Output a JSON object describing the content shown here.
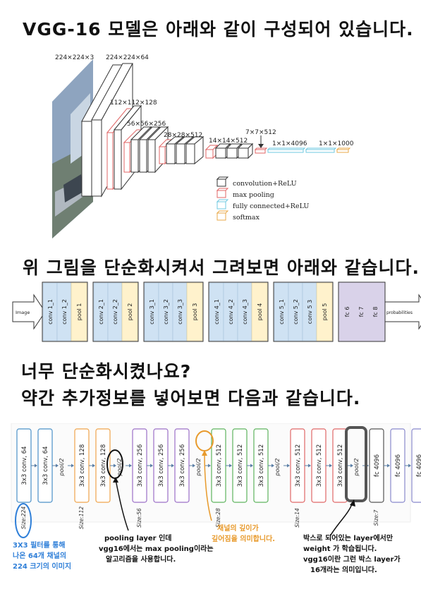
{
  "headings": {
    "h1": "VGG-16 모델은 아래와 같이 구성되어 있습니다.",
    "h2": "위 그림을 단순화시켜서 그려보면 아래와 같습니다.",
    "h3a": "너무 단순화시켰나요?",
    "h3b": "약간 추가정보를 넣어보면 다음과 같습니다."
  },
  "fig1": {
    "dims": [
      "224×224×3",
      "224×224×64",
      "112×112×128",
      "56×56×256",
      "28×28×512",
      "14×14×512",
      "7×7×512",
      "1×1×4096",
      "1×1×1000"
    ],
    "legend": [
      "convolution+ReLU",
      "max pooling",
      "fully connected+ReLU",
      "softmax"
    ],
    "colors": {
      "conv": "#333333",
      "pool": "#e06666",
      "fc": "#6fc8e0",
      "softmax": "#e8a94a"
    }
  },
  "fig2": {
    "input": "Image",
    "output": "probabilities",
    "groups": [
      {
        "convs": [
          "conv 1_1",
          "conv 1_2"
        ],
        "pool": "pool 1"
      },
      {
        "convs": [
          "conv 2_1",
          "conv 2_2"
        ],
        "pool": "pool 2"
      },
      {
        "convs": [
          "conv 3_1",
          "conv 3_2",
          "conv 3_3"
        ],
        "pool": "pool 3"
      },
      {
        "convs": [
          "conv 4_1",
          "conv 4_2",
          "conv 4_3"
        ],
        "pool": "pool 4"
      },
      {
        "convs": [
          "conv 5_1",
          "conv 5_2",
          "conv 5 3"
        ],
        "pool": "pool 5"
      }
    ],
    "fc": [
      "fc 6",
      "fc 7",
      "fc 8"
    ],
    "colors": {
      "conv": "#cfe2f3",
      "pool": "#fff2cc",
      "fc": "#d9d2e9"
    }
  },
  "fig3": {
    "blocks": [
      {
        "label": "3x3 conv, 64",
        "color": "#4a90c8"
      },
      {
        "label": "3x3 conv, 64",
        "color": "#4a90c8"
      },
      {
        "pool": "pool/2"
      },
      {
        "label": "3x3 conv, 128",
        "color": "#f0a44b"
      },
      {
        "label": "3x3 conv, 128",
        "color": "#f0a44b"
      },
      {
        "pool": "pool/2"
      },
      {
        "label": "3x3 conv, 256",
        "color": "#9b6fc7"
      },
      {
        "label": "3x3 conv, 256",
        "color": "#9b6fc7"
      },
      {
        "label": "3x3 conv, 256",
        "color": "#9b6fc7"
      },
      {
        "pool": "pool/2"
      },
      {
        "label": "3x3 conv, 512",
        "color": "#5db35d"
      },
      {
        "label": "3x3 conv, 512",
        "color": "#5db35d"
      },
      {
        "label": "3x3 conv, 512",
        "color": "#5db35d"
      },
      {
        "pool": "pool/2"
      },
      {
        "label": "3x3 conv, 512",
        "color": "#e06666"
      },
      {
        "label": "3x3 conv, 512",
        "color": "#e06666"
      },
      {
        "label": "3x3 conv, 512",
        "color": "#e06666"
      },
      {
        "pool": "pool/2"
      },
      {
        "label": "fc 4096",
        "color": "#555555"
      },
      {
        "label": "fc 4096",
        "color": "#8888cc"
      },
      {
        "label": "fc 4096",
        "color": "#8888cc"
      }
    ],
    "sizes": [
      "Size:224",
      "Size:112",
      "Size:56",
      "Size:28",
      "Size:14",
      "Size:7"
    ]
  },
  "notes": {
    "n1": [
      "3X3 필터를 통해",
      "나온 64개 채널의",
      "224 크기의 이미지"
    ],
    "n2": [
      "pooling layer 인데",
      "vgg16에서는 max pooling이라는",
      "알고리즘을 사용합니다."
    ],
    "n3": [
      "채널의 깊이가",
      "깊어짐을 의미합니다."
    ],
    "n4": [
      "박스로 되어있는 layer에서만",
      "weight 가 학습됩니다.",
      "vgg16이란 그런 박스 layer가",
      "16개라는 의미입니다."
    ]
  }
}
